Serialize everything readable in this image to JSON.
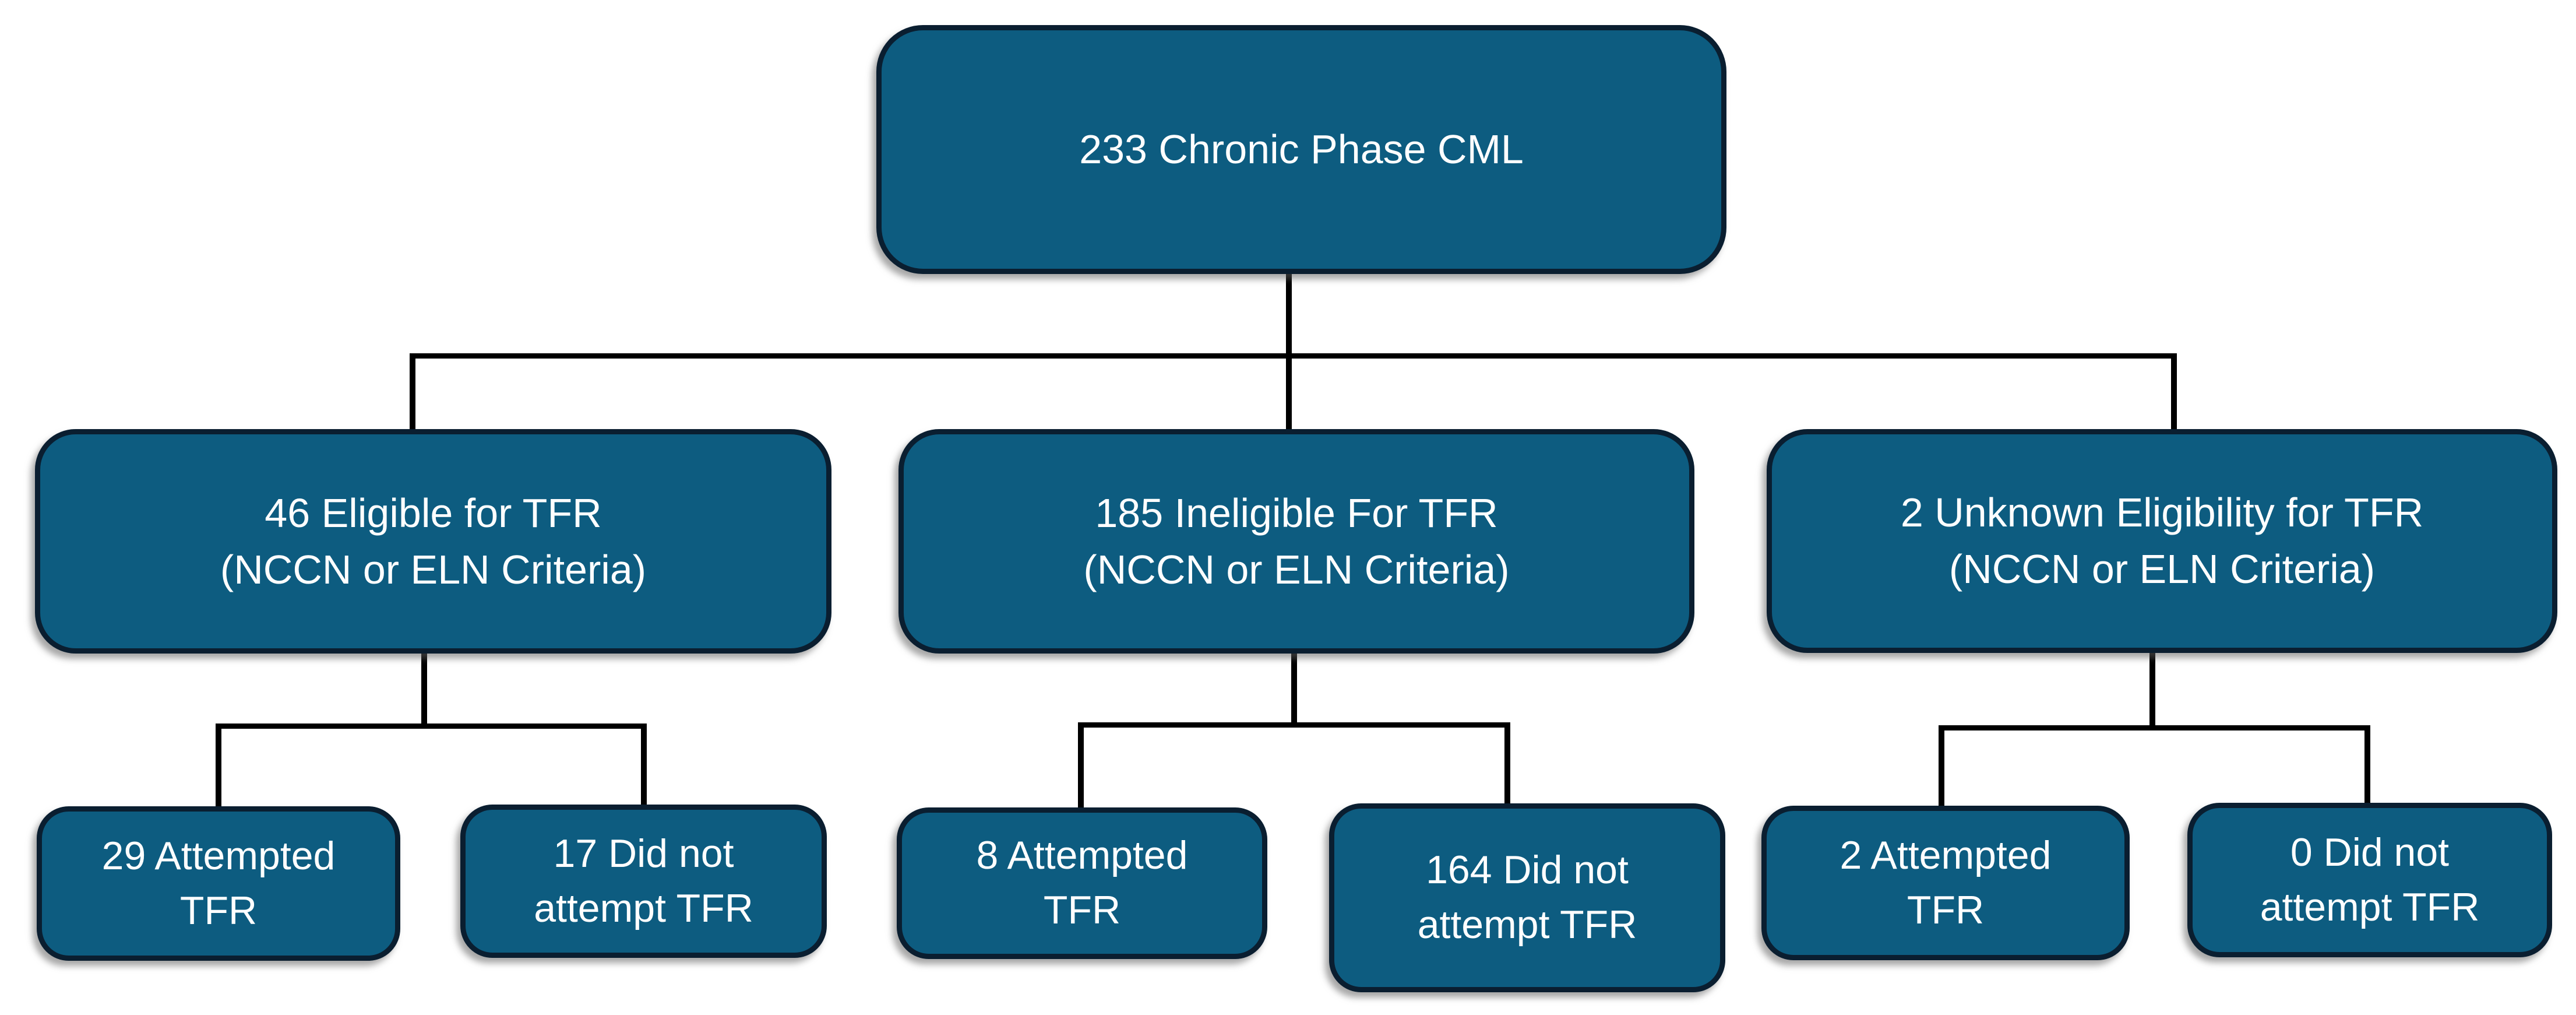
{
  "diagram": {
    "type": "flowchart",
    "colors": {
      "background": "#ffffff",
      "box_fill": "#0d5c80",
      "box_border": "#0a1e30",
      "connector": "#000000",
      "text": "#ffffff"
    },
    "nodes": {
      "root": {
        "label": "233 Chronic Phase CML"
      },
      "eligible": {
        "line1": "46 Eligible for TFR",
        "line2": "(NCCN or ELN Criteria)"
      },
      "ineligible": {
        "line1": "185 Ineligible For TFR",
        "line2": "(NCCN or ELN Criteria)"
      },
      "unknown": {
        "line1": "2 Unknown Eligibility for TFR",
        "line2": "(NCCN or ELN Criteria)"
      },
      "eligible_attempted": {
        "line1": "29 Attempted",
        "line2": "TFR"
      },
      "eligible_not_attempted": {
        "line1": "17 Did not",
        "line2": "attempt TFR"
      },
      "ineligible_attempted": {
        "line1": "8 Attempted",
        "line2": "TFR"
      },
      "ineligible_not_attempted": {
        "line1": "164 Did not",
        "line2": "attempt TFR"
      },
      "unknown_attempted": {
        "line1": "2 Attempted",
        "line2": "TFR"
      },
      "unknown_not_attempted": {
        "line1": "0 Did not",
        "line2": "attempt TFR"
      }
    },
    "edges": [
      {
        "from": "root",
        "to": "eligible"
      },
      {
        "from": "root",
        "to": "ineligible"
      },
      {
        "from": "root",
        "to": "unknown"
      },
      {
        "from": "eligible",
        "to": "eligible_attempted"
      },
      {
        "from": "eligible",
        "to": "eligible_not_attempted"
      },
      {
        "from": "ineligible",
        "to": "ineligible_attempted"
      },
      {
        "from": "ineligible",
        "to": "ineligible_not_attempted"
      },
      {
        "from": "unknown",
        "to": "unknown_attempted"
      },
      {
        "from": "unknown",
        "to": "unknown_not_attempted"
      }
    ]
  }
}
